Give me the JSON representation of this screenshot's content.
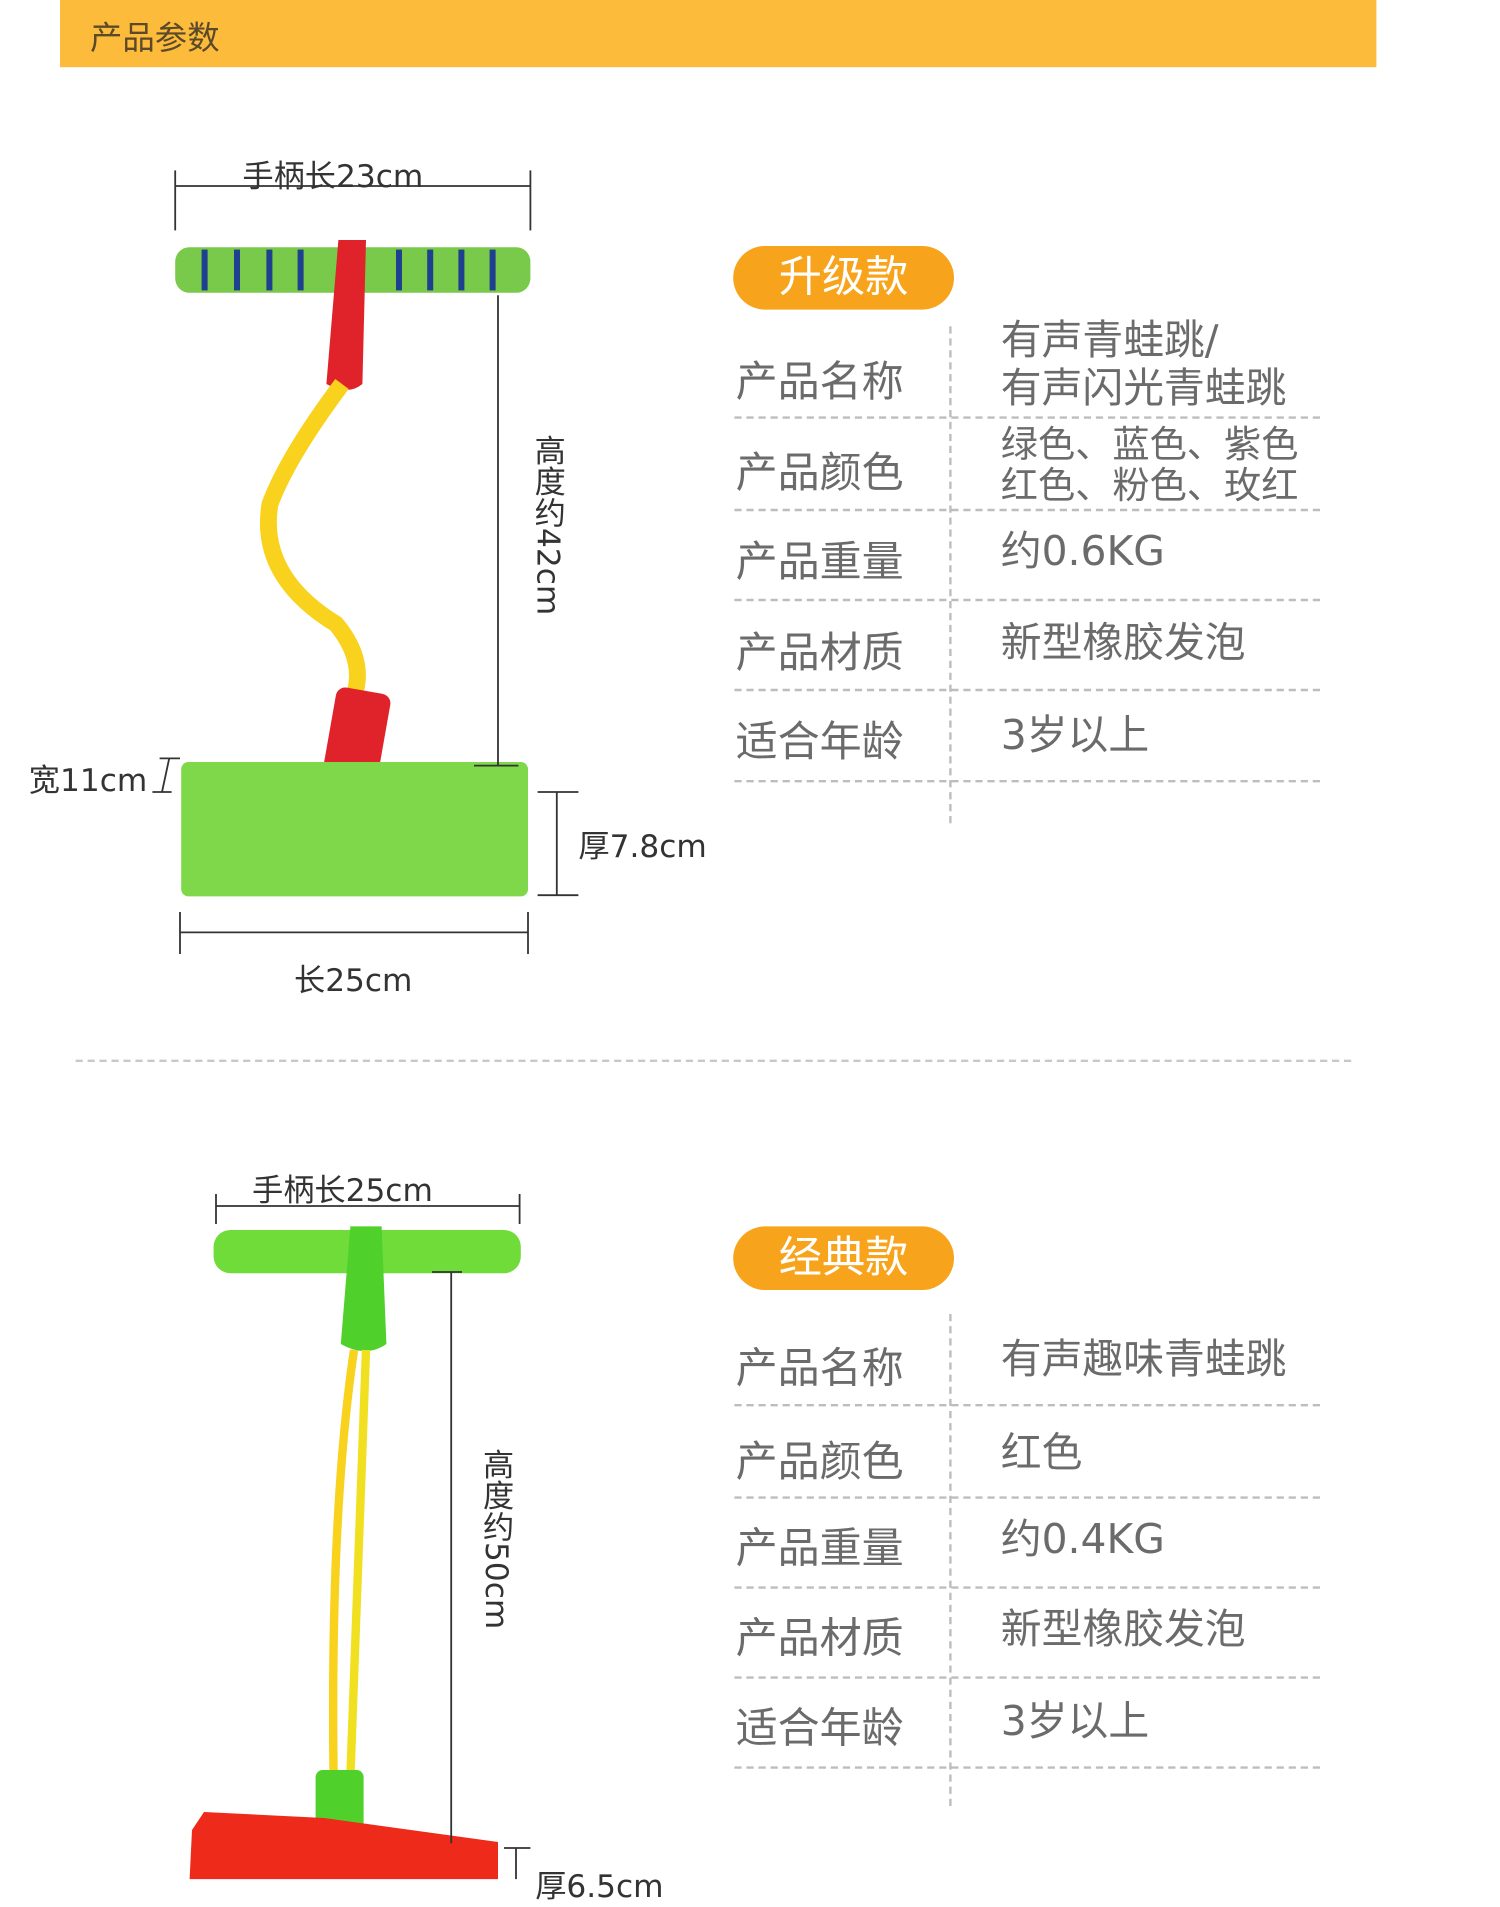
{
  "header": {
    "title": "产品参数"
  },
  "products": [
    {
      "badge": "升级款",
      "dimensions": {
        "handle": "手柄长23cm",
        "height": "高度约42cm",
        "width": "宽11cm",
        "thickness": "厚7.8cm",
        "length": "长25cm"
      },
      "rows": [
        {
          "label": "产品名称",
          "value": [
            "有声青蛙跳/",
            "有声闪光青蛙跳"
          ]
        },
        {
          "label": "产品颜色",
          "value": [
            "绿色、蓝色、紫色",
            "红色、粉色、玫红"
          ]
        },
        {
          "label": "产品重量",
          "value": [
            "约0.6KG"
          ]
        },
        {
          "label": "产品材质",
          "value": [
            "新型橡胶发泡"
          ]
        },
        {
          "label": "适合年龄",
          "value": [
            "3岁以上"
          ]
        }
      ]
    },
    {
      "badge": "经典款",
      "dimensions": {
        "handle": "手柄长25cm",
        "height": "高度约50cm",
        "thickness": "厚6.5cm"
      },
      "rows": [
        {
          "label": "产品名称",
          "value": [
            "有声趣味青蛙跳"
          ]
        },
        {
          "label": "产品颜色",
          "value": [
            "红色"
          ]
        },
        {
          "label": "产品重量",
          "value": [
            "约0.4KG"
          ]
        },
        {
          "label": "产品材质",
          "value": [
            "新型橡胶发泡"
          ]
        },
        {
          "label": "适合年龄",
          "value": [
            "3岁以上"
          ]
        }
      ]
    }
  ],
  "colors": {
    "header": "#fdbb3b",
    "badge": "#f7a41c",
    "green": "#7ed84a",
    "red": "#e8241c",
    "yellow": "#ffd51a"
  }
}
